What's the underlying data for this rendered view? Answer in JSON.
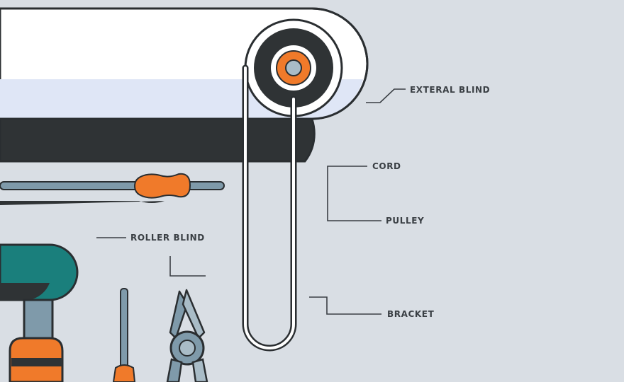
{
  "colors": {
    "background": "#d9dee4",
    "outline": "#2a2e31",
    "blind_white": "#ffffff",
    "blind_highlight": "#dfe6f6",
    "blind_shadow": "#2f3335",
    "accent_orange": "#f07a2a",
    "accent_teal": "#1a7f7c",
    "steel_blue": "#7f9aaa",
    "steel_light": "#a9bcc7",
    "label_text": "#3a3f44"
  },
  "labels": {
    "external_blind": "EXTERAL BLIND",
    "cord": "CORD",
    "pulley": "PULLEY",
    "roller_blind": "ROLLER BLIND",
    "bracket": "BRACKET"
  },
  "icons": {
    "pulley": "pulley-icon",
    "screwdriver_horizontal": "screwdriver-icon",
    "hammer": "hammer-icon",
    "screwdriver_vertical": "screwdriver-icon",
    "pliers": "pliers-icon"
  }
}
